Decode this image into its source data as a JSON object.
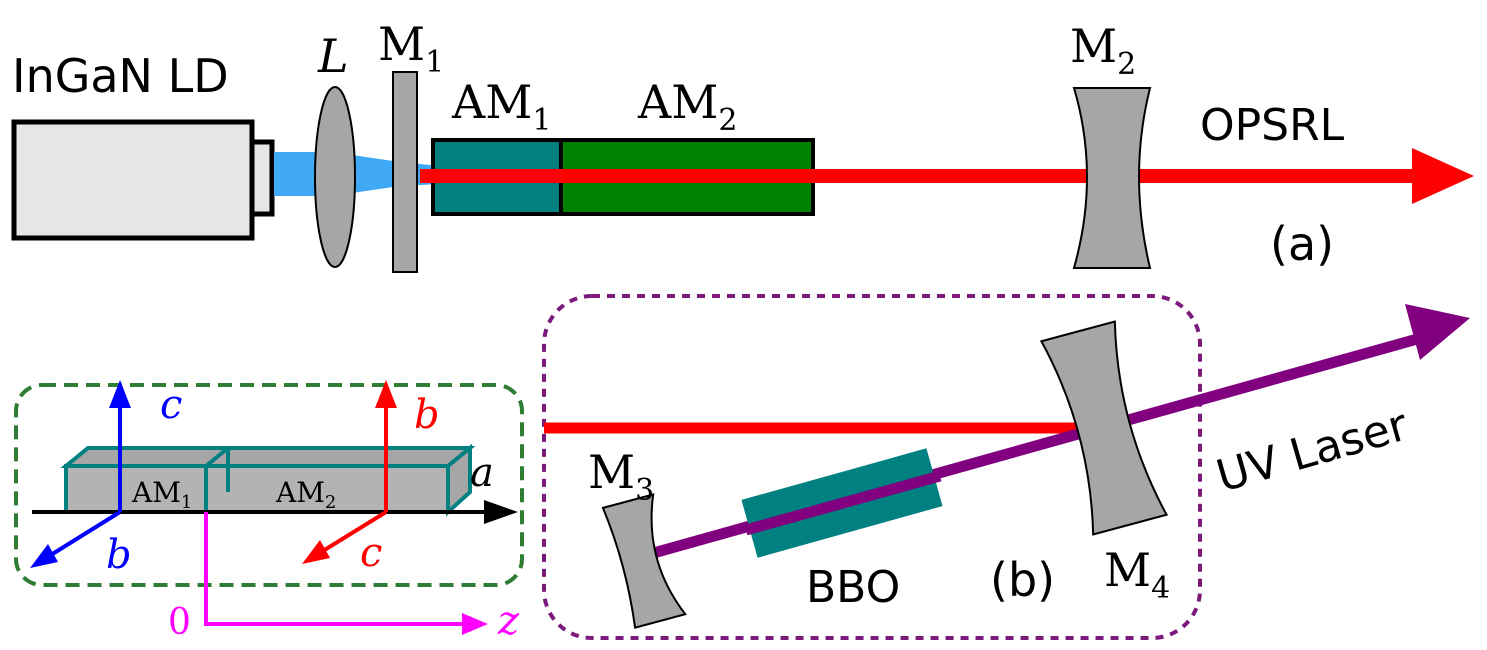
{
  "part_a": {
    "laser_diode": "InGaN LD",
    "lens": "L",
    "mirror1": {
      "base": "M",
      "sub": "1"
    },
    "am1": {
      "base": "AM",
      "sub": "1"
    },
    "am2": {
      "base": "AM",
      "sub": "2"
    },
    "mirror2": {
      "base": "M",
      "sub": "2"
    },
    "output": "OPSRL",
    "panel_label": "(a)"
  },
  "part_b": {
    "mirror3": {
      "base": "M",
      "sub": "3"
    },
    "mirror4": {
      "base": "M",
      "sub": "4"
    },
    "crystal": "BBO",
    "output": "UV Laser",
    "panel_label": "(b)"
  },
  "inset": {
    "am1": {
      "base": "AM",
      "sub": "1"
    },
    "am2": {
      "base": "AM",
      "sub": "2"
    },
    "axis_a": "a",
    "am1_axis_c": "c",
    "am1_axis_b": "b",
    "am2_axis_b": "b",
    "am2_axis_c": "c",
    "origin": "0",
    "axis_z": "z"
  },
  "colors": {
    "pump_blue": "#3fa9f5",
    "laser_red": "#ff0000",
    "uv_purple": "#800080",
    "am1_teal": "#008080",
    "am2_green": "#008000",
    "optic_gray": "#a6a6a6",
    "inset_box_green": "#2e7d32",
    "part_b_box_purple": "#7b1a7b",
    "axis_blue": "#0000ff",
    "axis_magenta": "#ff00ff"
  }
}
